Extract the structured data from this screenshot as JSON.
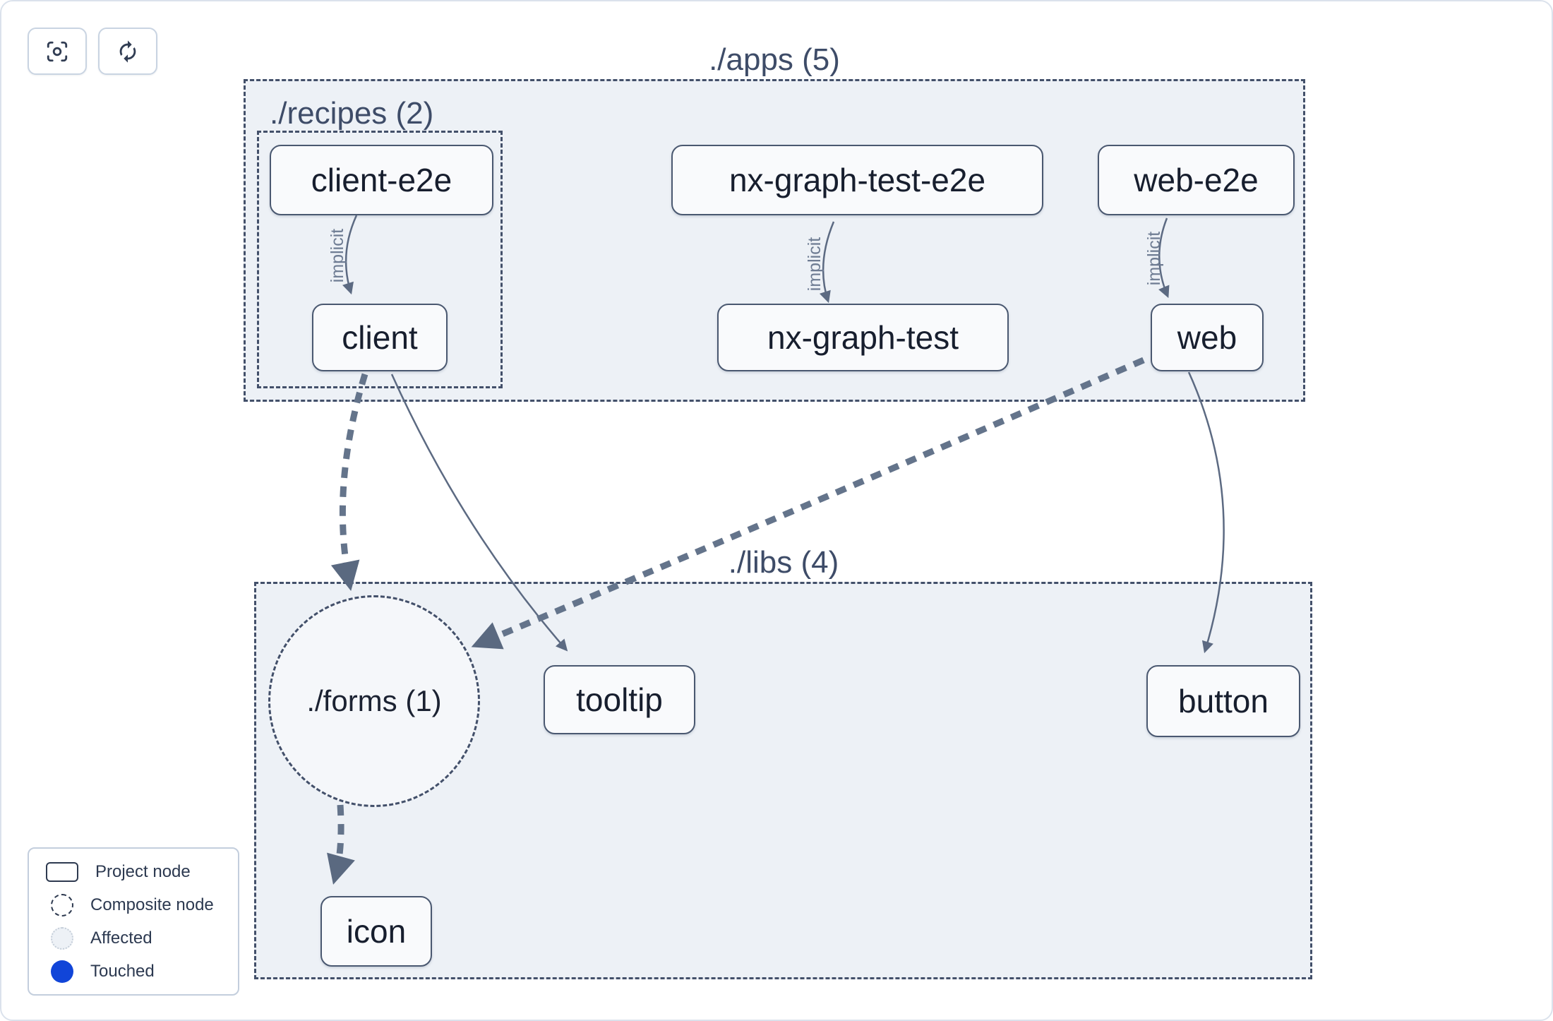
{
  "toolbar": {
    "buttons": [
      {
        "name": "focus",
        "icon": "focus-icon"
      },
      {
        "name": "refresh",
        "icon": "refresh-icon"
      }
    ]
  },
  "graph": {
    "groups": {
      "apps": {
        "label": "./apps (5)"
      },
      "recipes": {
        "label": "./recipes (2)",
        "parent": "apps"
      },
      "libs": {
        "label": "./libs (4)"
      },
      "forms": {
        "label": "./forms (1)",
        "parent": "libs",
        "shape": "composite-circle"
      }
    },
    "nodes": {
      "client_e2e": {
        "label": "client-e2e",
        "group": "recipes"
      },
      "client": {
        "label": "client",
        "group": "recipes"
      },
      "nx_graph_test_e2e": {
        "label": "nx-graph-test-e2e",
        "group": "apps"
      },
      "nx_graph_test": {
        "label": "nx-graph-test",
        "group": "apps"
      },
      "web_e2e": {
        "label": "web-e2e",
        "group": "apps"
      },
      "web": {
        "label": "web",
        "group": "apps"
      },
      "tooltip": {
        "label": "tooltip",
        "group": "libs"
      },
      "button": {
        "label": "button",
        "group": "libs"
      },
      "icon": {
        "label": "icon",
        "group": "forms"
      }
    },
    "edges": [
      {
        "from": "client-e2e",
        "to": "client",
        "style": "thin-solid",
        "label": "implicit"
      },
      {
        "from": "nx-graph-test-e2e",
        "to": "nx-graph-test",
        "style": "thin-solid",
        "label": "implicit"
      },
      {
        "from": "web-e2e",
        "to": "web",
        "style": "thin-solid",
        "label": "implicit"
      },
      {
        "from": "client",
        "to": "./forms",
        "style": "thick-dashed",
        "label": ""
      },
      {
        "from": "client",
        "to": "tooltip",
        "style": "thin-solid",
        "label": ""
      },
      {
        "from": "web",
        "to": "./forms",
        "style": "thick-dashed",
        "label": ""
      },
      {
        "from": "web",
        "to": "button",
        "style": "thin-solid",
        "label": ""
      },
      {
        "from": "./forms",
        "to": "icon",
        "style": "thick-dashed",
        "label": ""
      }
    ]
  },
  "legend": {
    "items": [
      {
        "swatch": "project-node",
        "label": "Project node"
      },
      {
        "swatch": "composite-node",
        "label": "Composite node"
      },
      {
        "swatch": "affected",
        "label": "Affected"
      },
      {
        "swatch": "touched",
        "label": "Touched"
      }
    ]
  },
  "colors": {
    "container_fill": "#edf1f6",
    "container_border": "#43506a",
    "node_fill": "#f9fafc",
    "node_border": "#4a5870",
    "edge": "#64748b",
    "touched_blue": "#1145d8"
  }
}
